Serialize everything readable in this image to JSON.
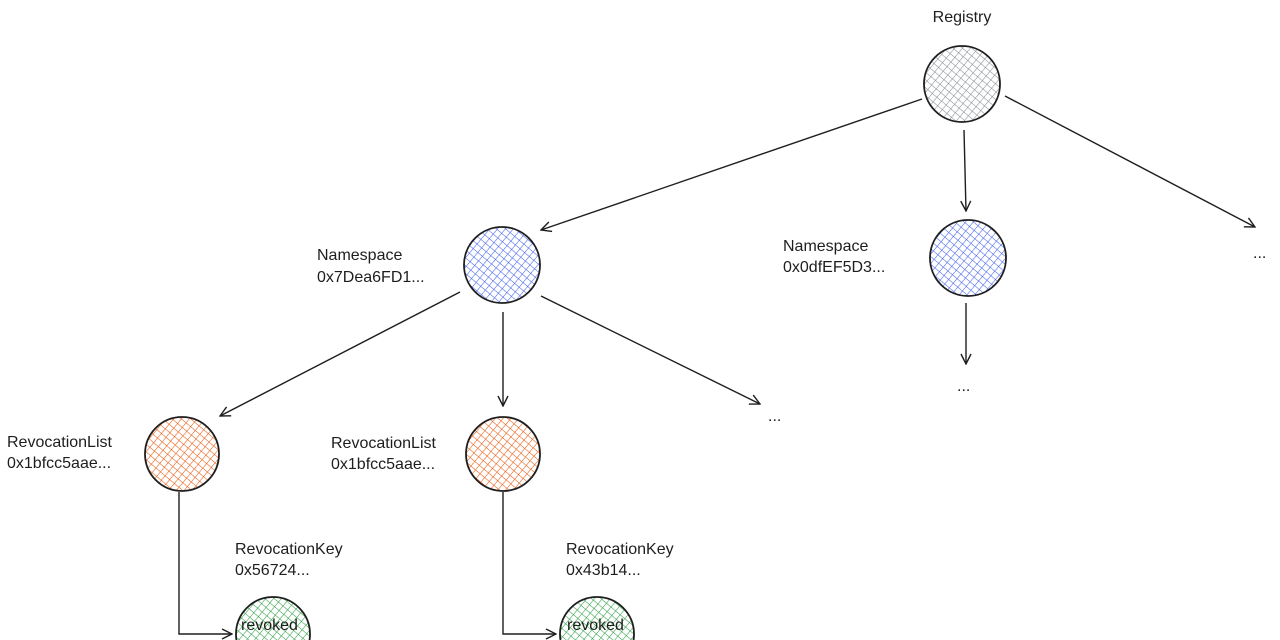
{
  "nodes": {
    "registry": {
      "label": "Registry",
      "color": "#868e96"
    },
    "namespace_a": {
      "label": "Namespace",
      "address": "0x7Dea6FD1...",
      "color": "#4263eb"
    },
    "namespace_b": {
      "label": "Namespace",
      "address": "0x0dfEF5D3...",
      "color": "#4263eb"
    },
    "revocation_list_a": {
      "label": "RevocationList",
      "address": "0x1bfcc5aae...",
      "color": "#e8590c"
    },
    "revocation_list_b": {
      "label": "RevocationList",
      "address": "0x1bfcc5aae...",
      "color": "#e8590c"
    },
    "revocation_key_a": {
      "label": "RevocationKey",
      "address": "0x56724...",
      "state": "revoked",
      "color": "#2f9e44"
    },
    "revocation_key_b": {
      "label": "RevocationKey",
      "address": "0x43b14...",
      "state": "revoked",
      "color": "#2f9e44"
    }
  },
  "ellipsis": {
    "registry_more": "...",
    "namespace_a_more": "...",
    "namespace_b_more": "..."
  }
}
